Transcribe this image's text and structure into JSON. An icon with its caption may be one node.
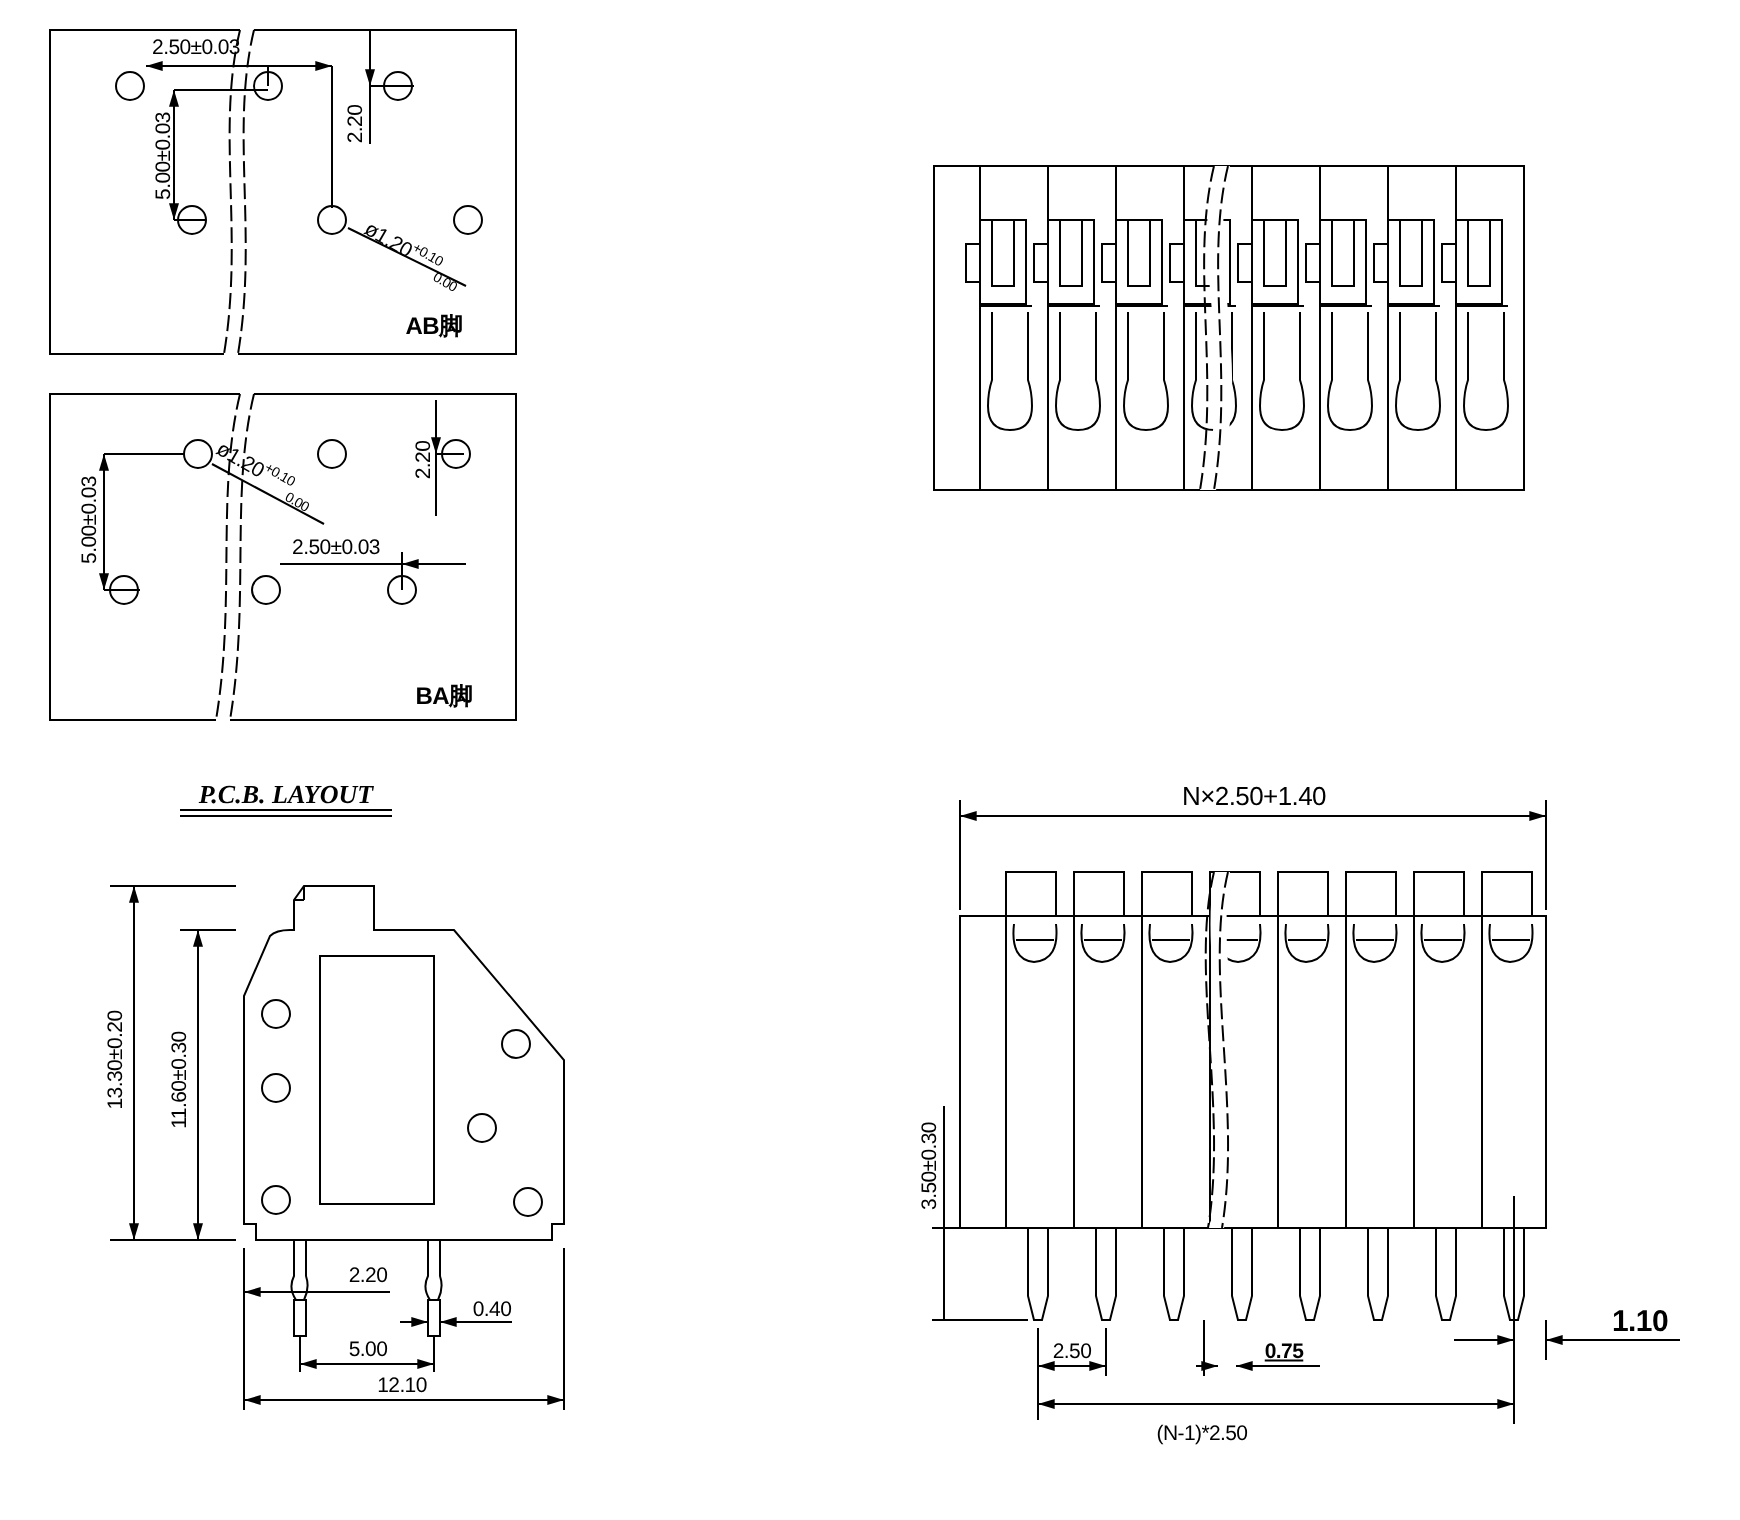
{
  "diagram": {
    "labels": [
      "2.50±0.03",
      "2.20",
      "5.00±0.03",
      "ø1.20$^{+0.10}$$_{0.00}$",
      "AB脚",
      "ø1.20$^{+0.10}$$_{0.00}$",
      "2.20",
      "5.00±0.03",
      "2.50±0.03",
      "BA脚",
      "P.C.B.  LAYOUT",
      "13.30±0.20",
      "11.60±0.30",
      "2.20",
      "0.40",
      "5.00",
      "12.10",
      "N×2.50+1.40",
      "3.50±0.30",
      "2.50",
      "0.75",
      "1.10",
      "(N-1)*2.50"
    ]
  }
}
